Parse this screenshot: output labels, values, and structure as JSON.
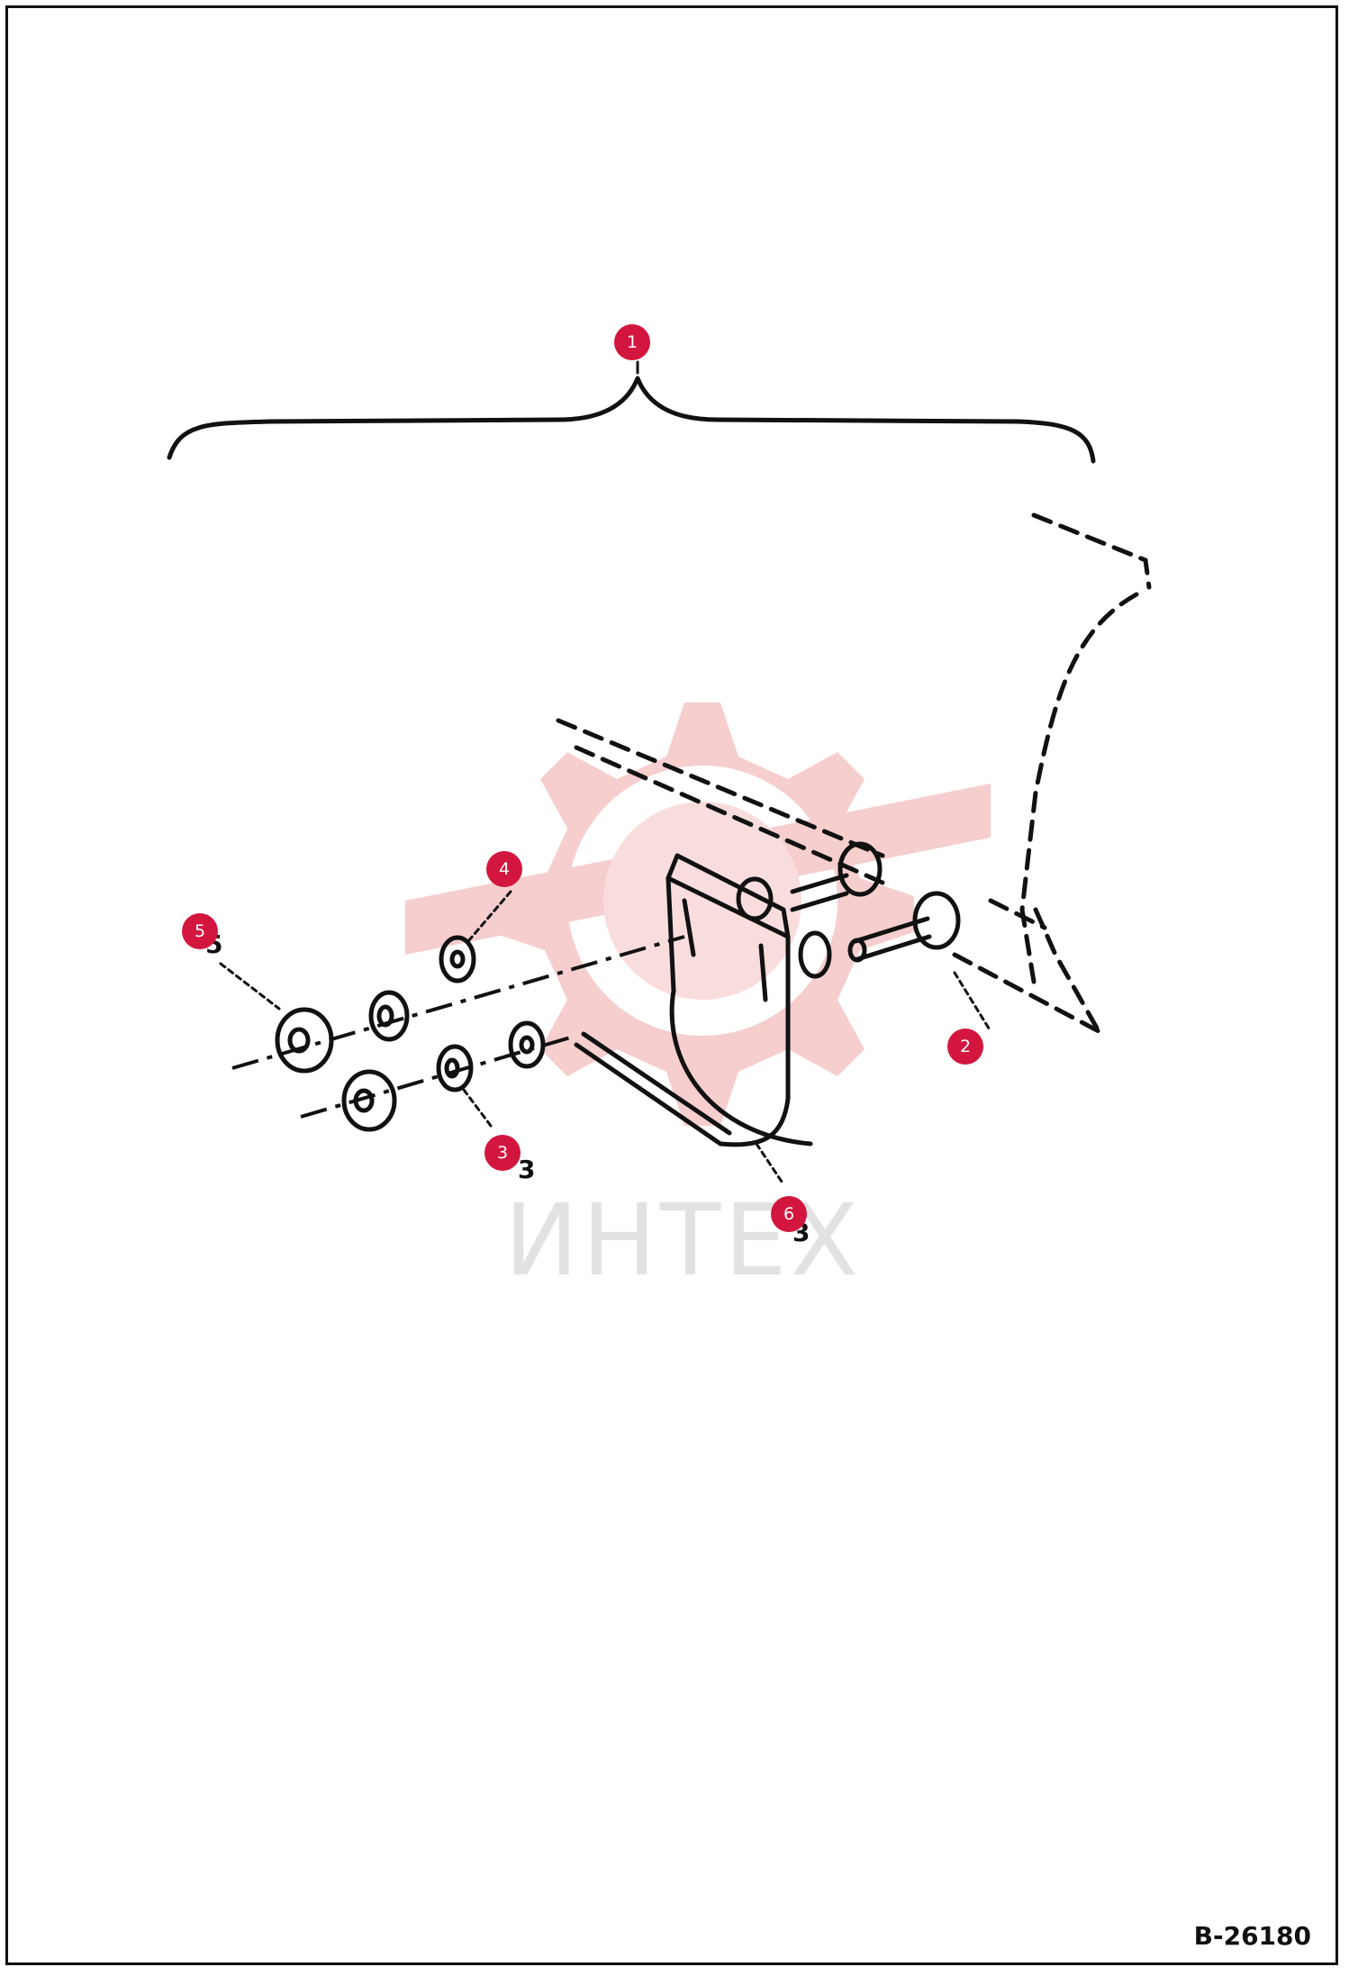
{
  "watermark": {
    "text": "ИНТЕХ",
    "color": "#f4c4c4"
  },
  "drawing_number": "B-26180",
  "callout_color": "#d3163e",
  "callouts": [
    {
      "id": "1",
      "label": "1"
    },
    {
      "id": "2",
      "label": "2"
    },
    {
      "id": "3",
      "label": "3"
    },
    {
      "id": "4",
      "label": "4"
    },
    {
      "id": "5",
      "label": "5"
    },
    {
      "id": "6",
      "label": "6"
    }
  ],
  "stray_marks": {
    "near_3": "3",
    "near_6": "3",
    "near_5": "5"
  }
}
